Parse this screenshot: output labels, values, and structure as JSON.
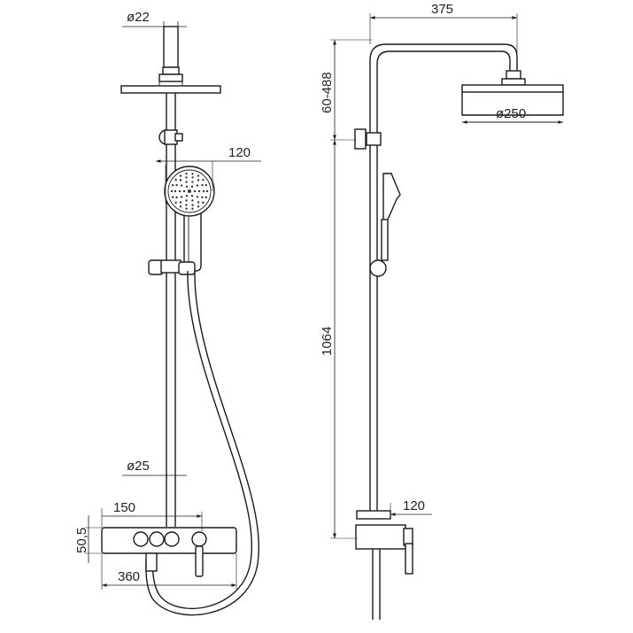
{
  "front_view": {
    "dims": {
      "pipe_top_diameter": "ø22",
      "hand_shower_width": "120",
      "rail_diameter": "ø25",
      "mixer_center_offset": "150",
      "mixer_height": "50,5",
      "mixer_width": "360"
    }
  },
  "side_view": {
    "dims": {
      "arm_projection": "375",
      "height_adjustment": "60-488",
      "head_diameter": "ø250",
      "rail_height": "1064",
      "wall_projection": "120"
    }
  },
  "colors": {
    "line": "#1a1a1a",
    "background": "#ffffff"
  }
}
